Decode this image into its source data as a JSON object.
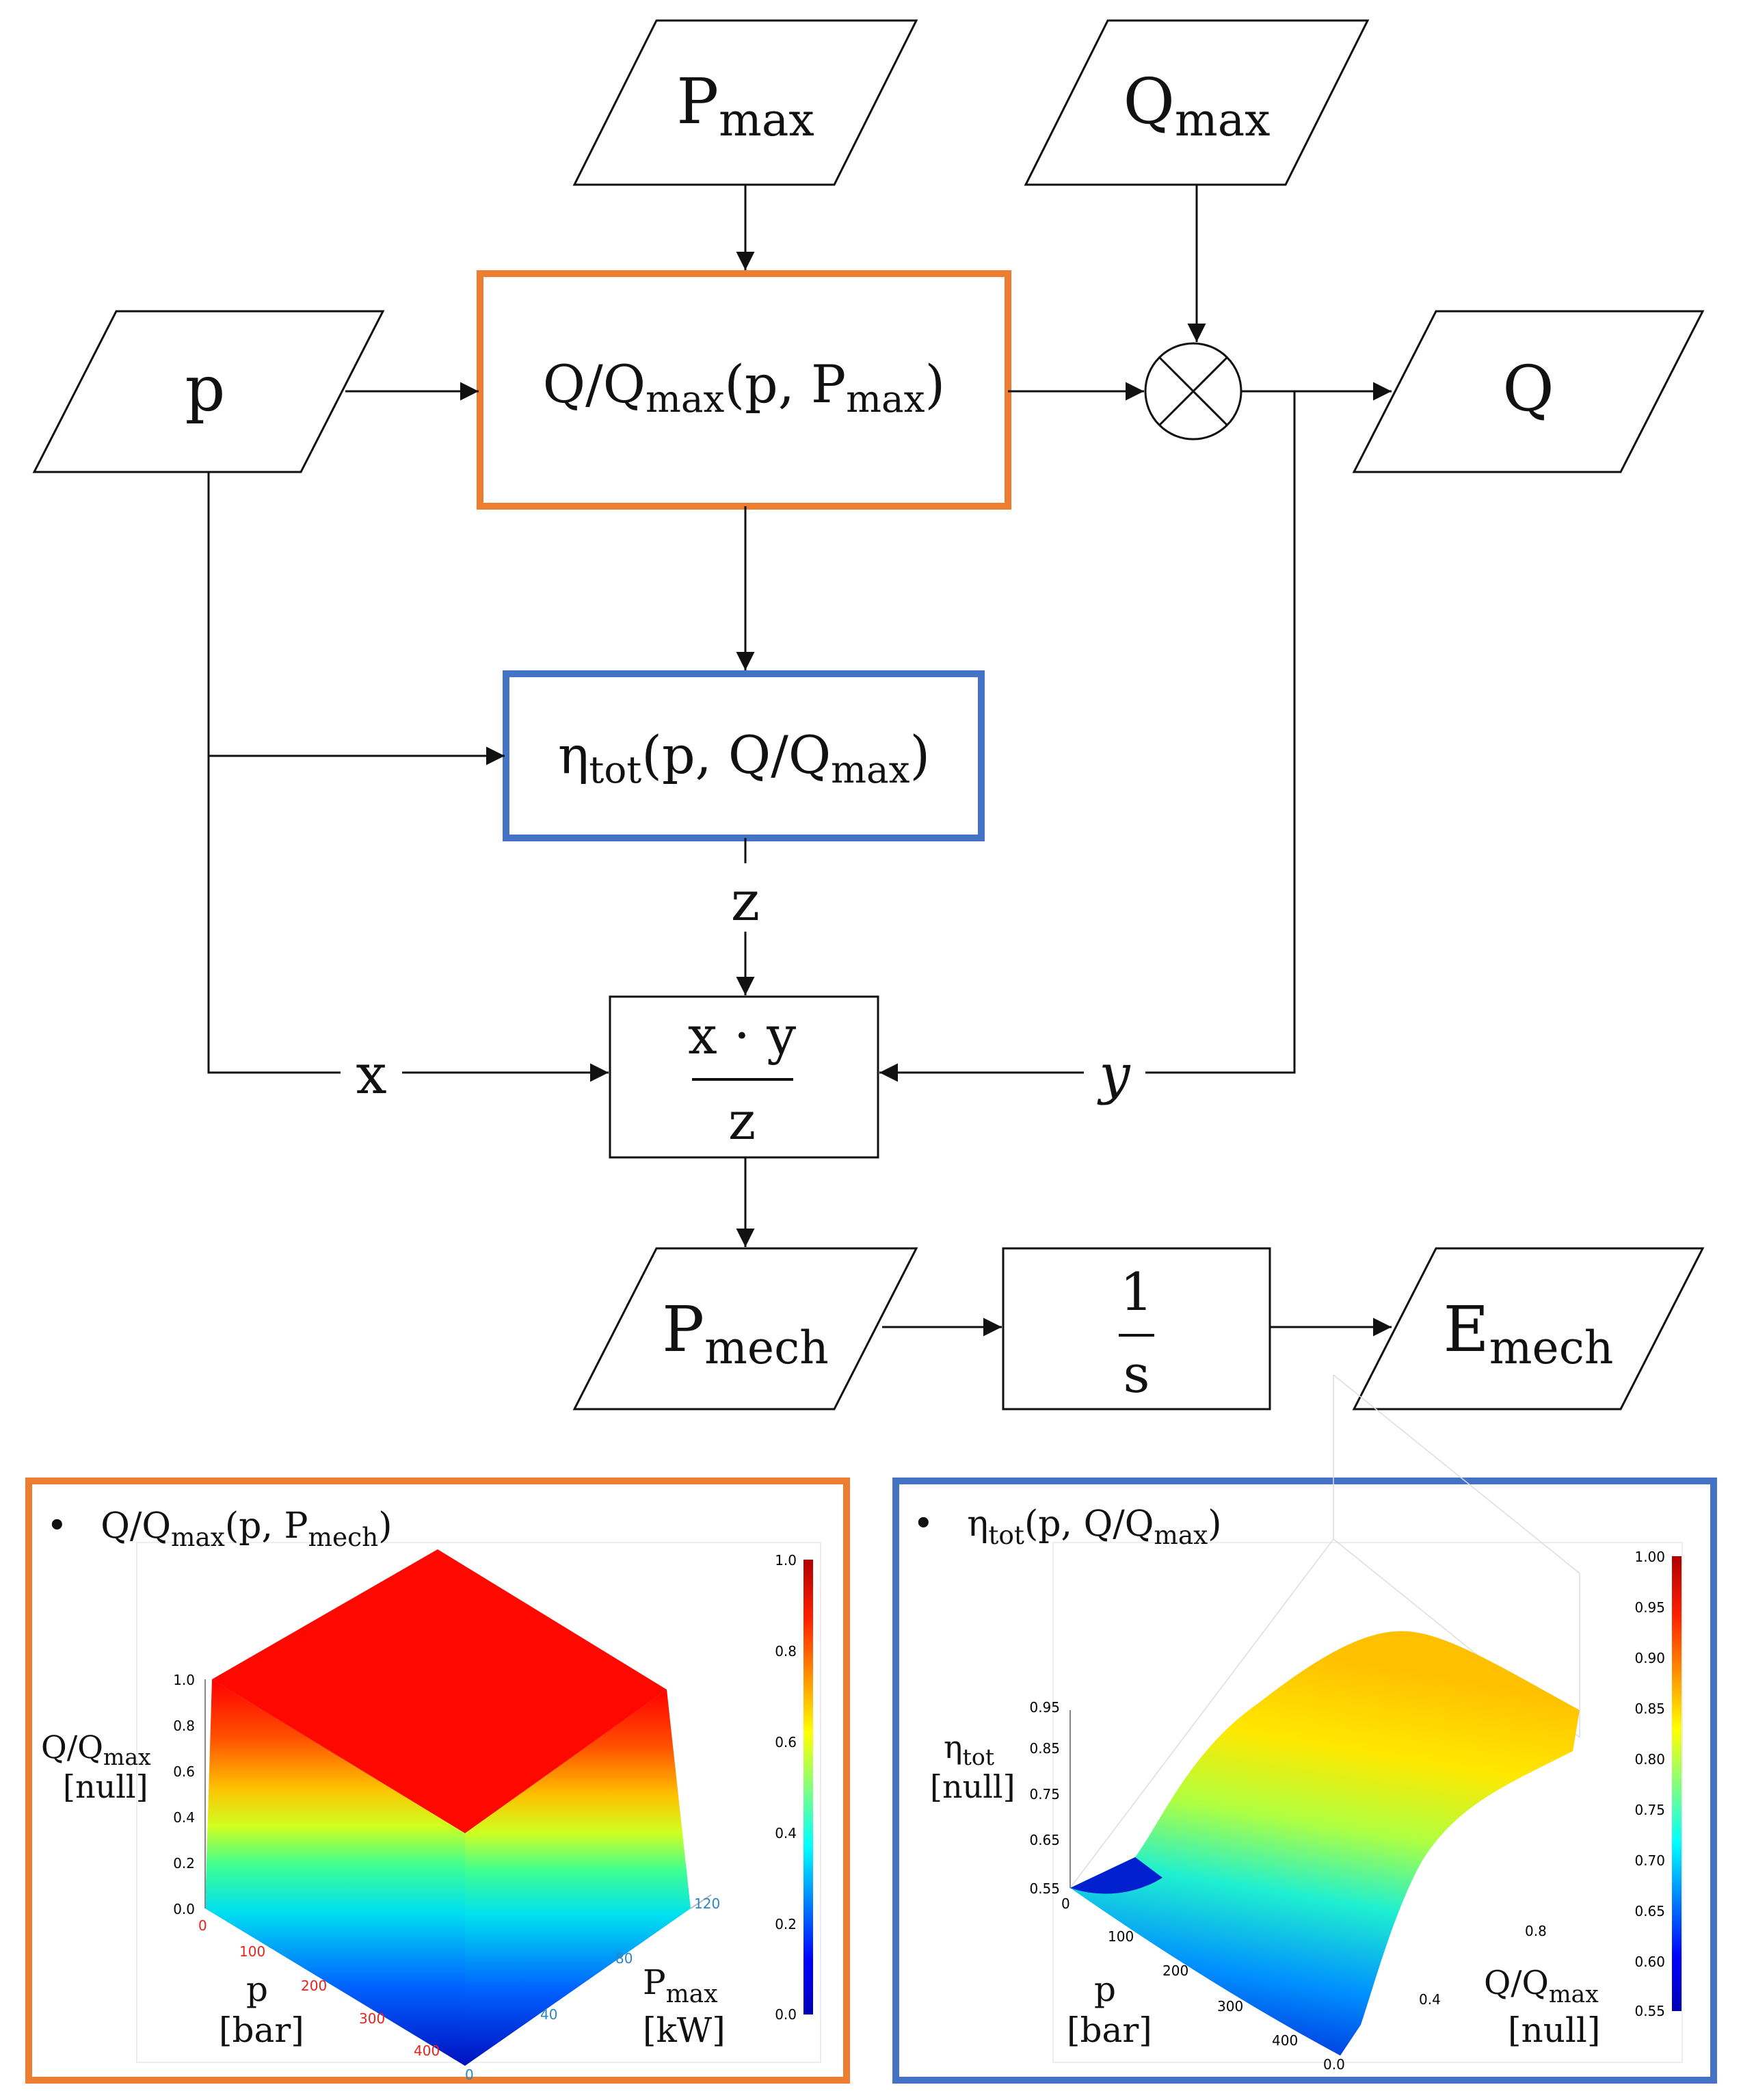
{
  "diagram": {
    "inputs": {
      "pmax": {
        "base": "P",
        "sub": "max"
      },
      "qmax": {
        "base": "Q",
        "sub": "max"
      },
      "p": "p"
    },
    "q_block": {
      "pre": "Q/Q",
      "sub1": "max",
      "mid": "(p, P",
      "sub2": "max",
      "post": ")"
    },
    "eta_block": {
      "base": "η",
      "sub1": "tot",
      "mid": "(p, Q/Q",
      "sub2": "max",
      "post": ")"
    },
    "multiply_symbol": "×",
    "output_q": "Q",
    "edge_z": "z",
    "edge_x": "x",
    "edge_y": "y",
    "divide_block": {
      "numerator": "x · y",
      "denominator": "z"
    },
    "pmech": {
      "base": "P",
      "sub": "mech"
    },
    "integrator": {
      "numerator": "1",
      "denominator": "s"
    },
    "emech": {
      "base": "E",
      "sub": "mech"
    }
  },
  "plots": [
    {
      "frame_color": "#ED7D31",
      "bullet": "•",
      "title": {
        "pre": "Q/Q",
        "sub1": "max",
        "mid": "(p, P",
        "sub2": "mech",
        "post": ")"
      },
      "zlabel": {
        "base": "Q/Q",
        "sub": "max",
        "unit": "[null]"
      },
      "xlabel": {
        "name": "p",
        "unit": "[bar]",
        "color": "#E8241C"
      },
      "ylabel": {
        "base": "P",
        "sub": "max",
        "unit": "[kW]",
        "color": "#2E86C1"
      },
      "z_ticks": [
        "1.0",
        "0.8",
        "0.6",
        "0.4",
        "0.2",
        "0.0"
      ],
      "x_ticks": [
        "0",
        "100",
        "200",
        "300",
        "400"
      ],
      "y_ticks": [
        "0",
        "40",
        "80",
        "120"
      ],
      "colorbar_ticks": [
        "1.0",
        "0.8",
        "0.6",
        "0.4",
        "0.2",
        "0.0"
      ]
    },
    {
      "frame_color": "#4472C4",
      "bullet": "•",
      "title": {
        "pre": "η",
        "sub1": "tot",
        "mid": "(p, Q/Q",
        "sub2": "max",
        "post": ")"
      },
      "zlabel": {
        "base": "η",
        "sub": "tot",
        "unit": "[null]"
      },
      "xlabel": {
        "name": "p",
        "unit": "[bar]",
        "color": "#E8241C"
      },
      "ylabel": {
        "base": "Q/Q",
        "sub": "max",
        "unit": "[null]",
        "color": "#2E86C1"
      },
      "z_ticks": [
        "0.95",
        "0.85",
        "0.75",
        "0.65",
        "0.55"
      ],
      "x_ticks": [
        "0",
        "100",
        "200",
        "300",
        "400"
      ],
      "y_ticks": [
        "0.0",
        "0.4",
        "0.8"
      ],
      "colorbar_ticks": [
        "1.00",
        "0.95",
        "0.90",
        "0.85",
        "0.80",
        "0.75",
        "0.70",
        "0.65",
        "0.60",
        "0.55"
      ]
    }
  ]
}
